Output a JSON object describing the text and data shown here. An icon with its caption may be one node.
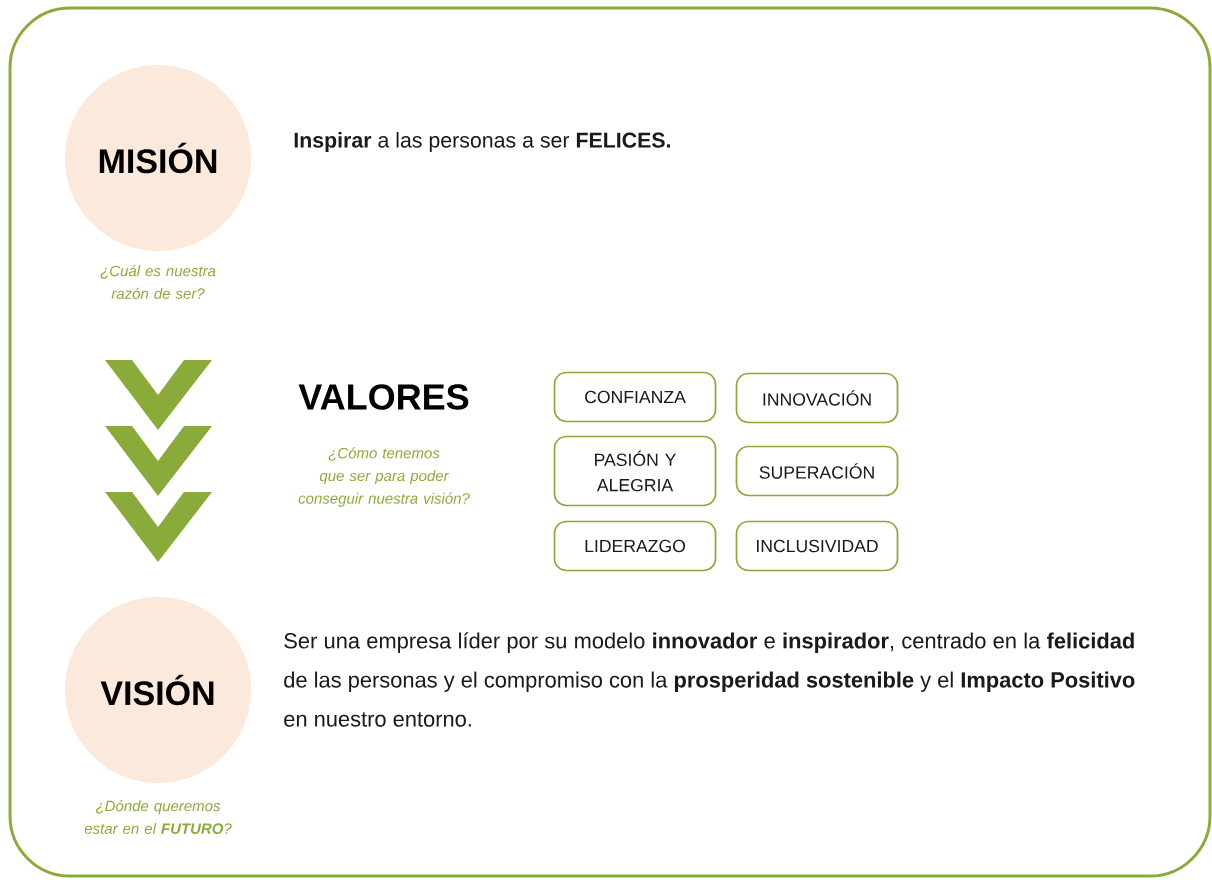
{
  "diagram": {
    "nodes": [
      {
        "text": [
          "MISIÓN"
        ],
        "beside": [
          "¿Cuál es nuestra razón de ser?"
        ]
      },
      {
        "text": [
          "CONFIANZA"
        ]
      },
      {
        "text": [
          "INNOVACIÓN"
        ]
      },
      {
        "text": [
          "PASIÓN Y ALEGRIA"
        ]
      },
      {
        "text": [
          "SUPERACIÓN"
        ]
      },
      {
        "text": [
          "LIDERAZGO"
        ]
      },
      {
        "text": [
          "INCLUSIVIDAD"
        ]
      },
      {
        "text": [
          "VISIÓN"
        ],
        "beside": [
          "¿Dónde queremos estar en el **FUTURO**?"
        ]
      }
    ],
    "labels": [
      "**Inspirar** a las personas a ser **FELICES.**",
      "VALORES",
      "¿Cómo tenemos que ser para poder conseguir nuestra visión?",
      "Ser una empresa líder por su modelo **innovador** e **inspirador**, centrado en la **felicidad** de las personas y el compromiso con la **prosperidad sostenible** y el **Impacto Positivo** en nuestro entorno."
    ]
  }
}
